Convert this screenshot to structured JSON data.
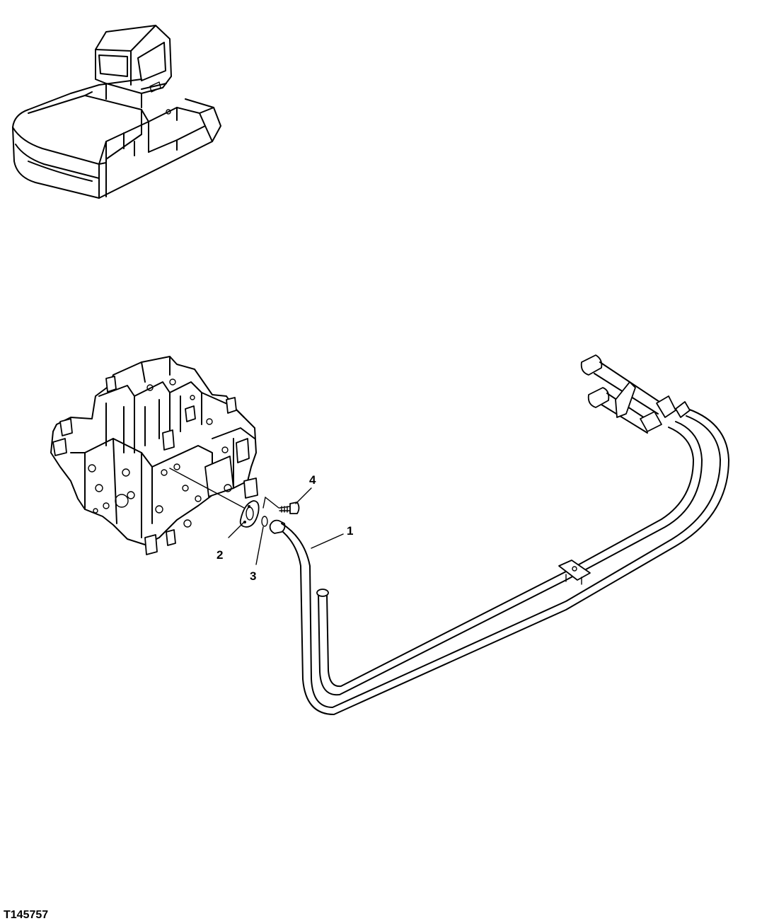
{
  "figure_id": "T145757",
  "callouts": [
    {
      "number": "1",
      "part": "hose"
    },
    {
      "number": "2",
      "part": "flange"
    },
    {
      "number": "3",
      "part": "o-ring"
    },
    {
      "number": "4",
      "part": "cap-screw"
    }
  ],
  "colors": {
    "ink": "#000000",
    "paper": "#ffffff"
  }
}
